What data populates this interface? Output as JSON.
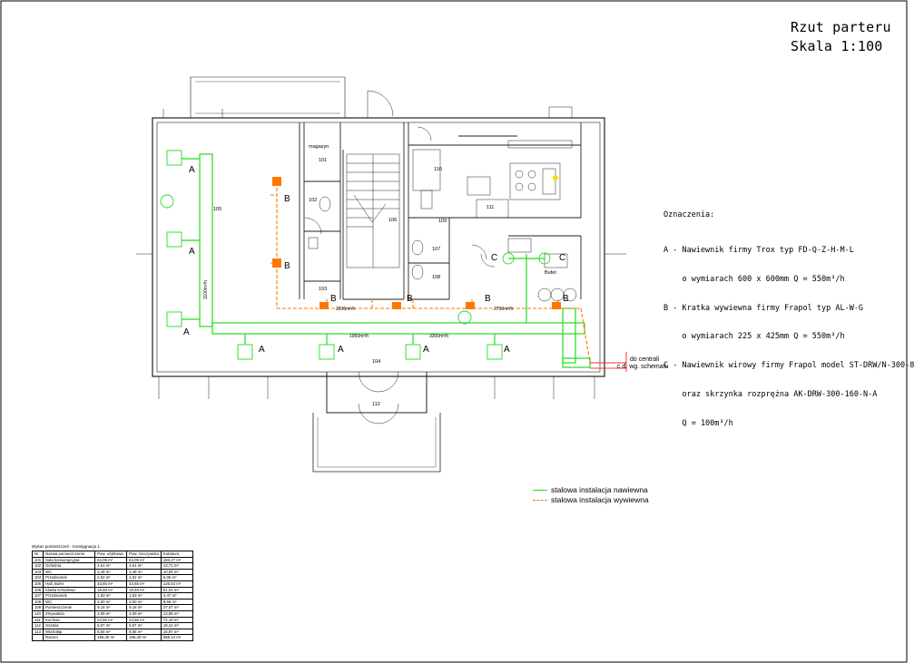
{
  "title": {
    "line1": "Rzut parteru",
    "line2": "Skala 1:100"
  },
  "legend": {
    "heading": "Oznaczenia:",
    "lines": [
      "A - Nawiewnik firmy Trox typ FD-Q-Z-H-M-L",
      "    o wymiarach 600 x 600mm Q = 550m³/h",
      "B - Kratka wywiewna firmy Frapol typ AL-W-G",
      "    o wymiarach 225 x 425mm Q = 550m³/h",
      "C - Nawiewnik wirowy firmy Frapol model ST-DRW/N-300-8",
      "    oraz skrzynka rozprężna AK-DRW-300-160-N-A",
      "    Q = 100m³/h"
    ]
  },
  "pipe_legend": {
    "supply": "stalowa instalacja nawiewna",
    "exhaust": "stalowa instalacja wywiewna"
  },
  "colors": {
    "supply": "#22dd22",
    "exhaust": "#ff7700",
    "walls": "#222222"
  },
  "connection_note": {
    "line1": "do centrali",
    "line2": "c.d. wg. schematu"
  },
  "plan_labels": {
    "storage": "magazyn",
    "buffet": "Bufet",
    "room_numbers": [
      "101",
      "102",
      "103",
      "104",
      "105",
      "106",
      "107",
      "108",
      "109",
      "110",
      "111",
      "112"
    ],
    "terminal_A": "A",
    "terminal_B": "B",
    "terminal_C": "C",
    "flows": [
      "2750m³/h",
      "2200m³/h",
      "1950m³/h",
      "3300m³/h",
      "1100m³/h"
    ]
  },
  "room_table": {
    "caption": "Wykaz pomieszczeń - Kondygnacja 1",
    "headers": [
      "Nr",
      "Nazwa pomieszczenia",
      "Pow. użytkowa",
      "Pow. rzeczywista",
      "Kubatura"
    ],
    "rows": [
      [
        "101",
        "Sala konsumpcyjna",
        "64,09 m²",
        "64,09 m²",
        "183,27 m³"
      ],
      [
        "102",
        "Ochelnia",
        "4,61 m²",
        "4,61 m²",
        "13,71 m³"
      ],
      [
        "103",
        "WC",
        "3,48 m²",
        "3,48 m²",
        "10,09 m³"
      ],
      [
        "104",
        "Przedsionek",
        "2,02 m²",
        "2,02 m²",
        "6,05 m³"
      ],
      [
        "105",
        "Hall, Bufet",
        "43,65 m²",
        "43,65 m²",
        "126,63 m³"
      ],
      [
        "106",
        "Klatka schodowa",
        "19,48 m²",
        "19,48 m²",
        "61,01 m³"
      ],
      [
        "107",
        "Przedsionek",
        "1,53 m²",
        "1,53 m²",
        "4,47 m³"
      ],
      [
        "108",
        "WC",
        "3,00 m²",
        "3,00 m²",
        "8,66 m³"
      ],
      [
        "109",
        "Pomieszczenie",
        "9,18 m²",
        "9,18 m²",
        "27,07 m³"
      ],
      [
        "110",
        "Zmywalnia",
        "4,09 m²",
        "4,09 m²",
        "13,95 m³"
      ],
      [
        "111",
        "Kuchnia",
        "24,56 m²",
        "24,56 m²",
        "72,19 m³"
      ],
      [
        "112",
        "Szatnia",
        "6,07 m²",
        "6,07 m²",
        "18,21 m³"
      ],
      [
        "113",
        "Wiatrołap",
        "8,56 m²",
        "8,56 m²",
        "16,97 m³"
      ]
    ],
    "total_label": "Razem",
    "totals": [
      "196,30 m²",
      "196,30 m²",
      "588,14 m³"
    ]
  }
}
